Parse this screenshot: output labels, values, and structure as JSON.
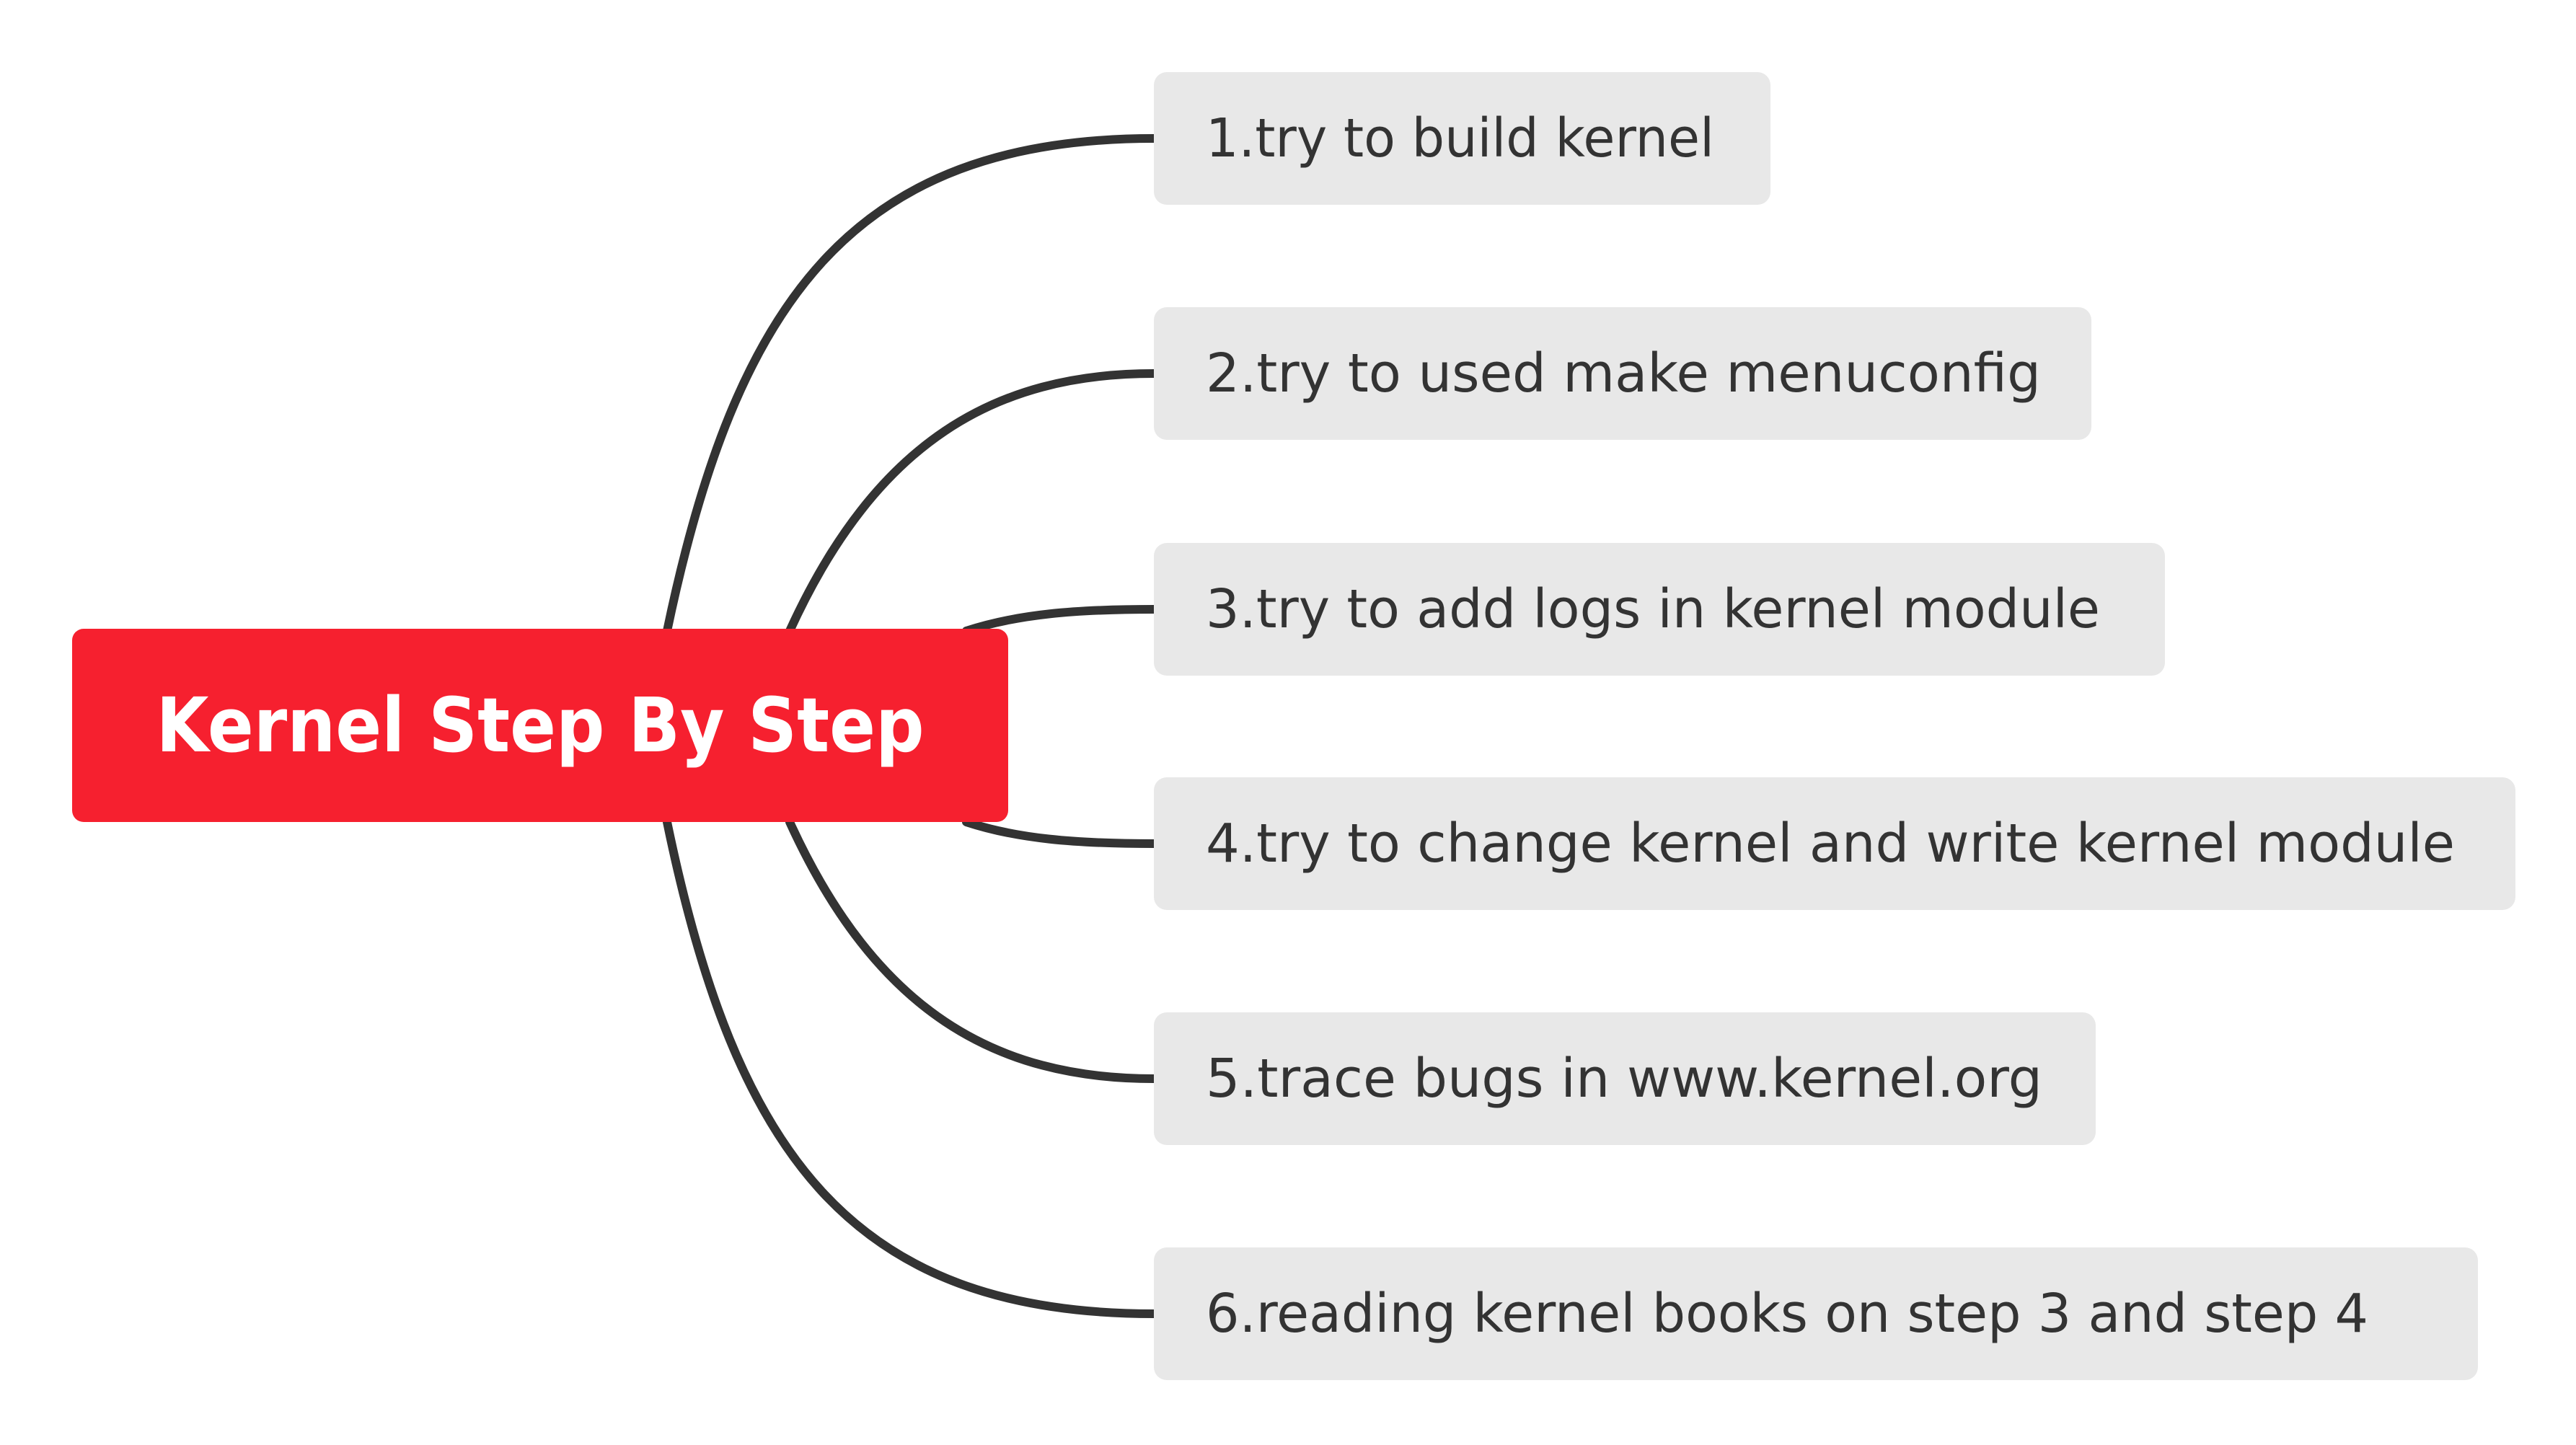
{
  "root": {
    "label": "Kernel Step By Step",
    "fill": "#f6202f",
    "text_color": "#ffffff"
  },
  "children": [
    {
      "label": "1.try to build kernel"
    },
    {
      "label": "2.try to used make menuconfig"
    },
    {
      "label": "3.try to add logs in kernel module"
    },
    {
      "label": "4.try to change kernel and write kernel module"
    },
    {
      "label": "5.trace bugs in www.kernel.org"
    },
    {
      "label": "6.reading kernel books on step 3 and step 4"
    }
  ],
  "colors": {
    "child_fill": "#e8e8e8",
    "child_text": "#333333",
    "connector": "#333333",
    "background": "#ffffff"
  }
}
